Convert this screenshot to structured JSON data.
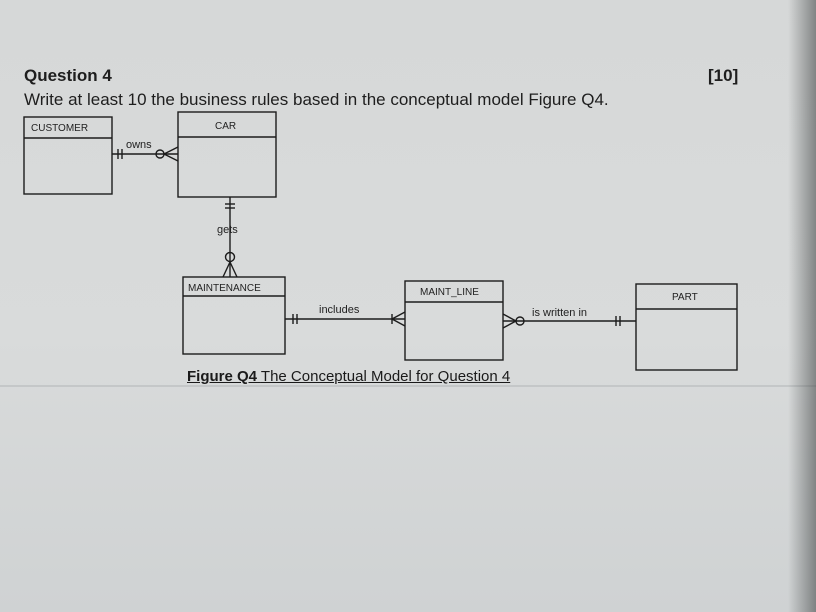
{
  "question": {
    "title": "Question 4",
    "marks": "[10]",
    "body": "Write at least 10 the business rules based in the conceptual model Figure Q4."
  },
  "diagram": {
    "entities": {
      "customer": "CUSTOMER",
      "car": "CAR",
      "maintenance": "MAINTENANCE",
      "maint_line": "MAINT_LINE",
      "part": "PART"
    },
    "relationships": {
      "owns": "owns",
      "gets": "gets",
      "includes": "includes",
      "is_written_in": "is written in"
    }
  },
  "caption": {
    "figure_ref": "Figure Q4",
    "text": "The Conceptual Model for Question 4"
  }
}
